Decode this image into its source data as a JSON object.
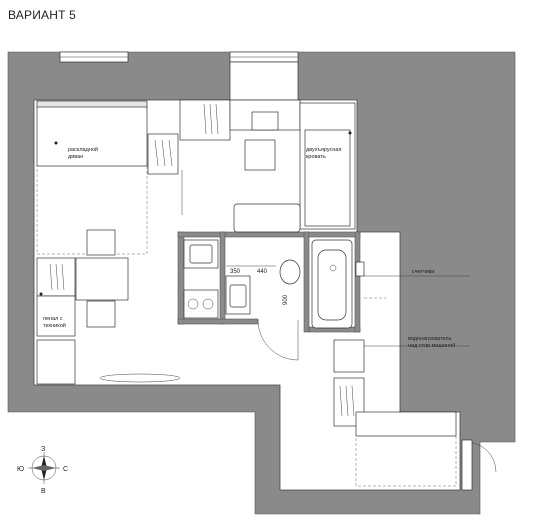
{
  "title": "ВАРИАНТ 5",
  "labels": {
    "sofa_line1": "раскладной",
    "sofa_line2": "диван",
    "bunk_line1": "двухъярусная",
    "bunk_line2": "кровать",
    "cabinet_line1": "пенал с",
    "cabinet_line2": "техникой",
    "meters": "счетчики",
    "heater_line1": "водонагреватель",
    "heater_line2": "над стир.машиной"
  },
  "dimensions": {
    "d350": "350",
    "d440": "440",
    "d900": "900"
  },
  "compass": {
    "north": "З",
    "south": "В",
    "west": "Ю",
    "east": "С"
  }
}
